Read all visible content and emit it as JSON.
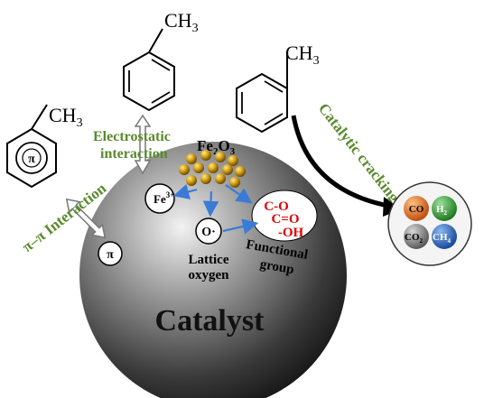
{
  "molecules": {
    "top_center_ch3": "CH",
    "top_center_sub": "3",
    "left_ch3": "CH",
    "left_sub": "3",
    "right_ch3": "CH",
    "right_sub": "3",
    "pi_ring_label": "π"
  },
  "labels": {
    "electrostatic_line1": "Electrostatic",
    "electrostatic_line2": "interaction",
    "pi_pi_interaction": "π–π Interaction",
    "catalytic_cracking": "Catalytic cracking",
    "fe2o3_main": "Fe",
    "fe2o3_sub1": "2",
    "fe2o3_o": "O",
    "fe2o3_sub2": "3",
    "fe3_main": "Fe",
    "fe3_sup": "3+",
    "o_radical": "O·",
    "pi_site": "π",
    "lattice_line1": "Lattice",
    "lattice_line2": "oxygen",
    "functional_line1": "Functional",
    "functional_line2": "group",
    "catalyst": "Catalyst"
  },
  "functional_groups": [
    "C-O",
    "C=O",
    "-OH"
  ],
  "products": {
    "co": "CO",
    "h2_main": "H",
    "h2_sub": "2",
    "co2_main": "CO",
    "co2_sub": "2",
    "ch4_main": "CH",
    "ch4_sub": "4"
  },
  "colors": {
    "green_text": "#5a8a2e",
    "red_text": "#e00000",
    "arrow_blue": "#3a7bd5",
    "co_orange": "#e07020",
    "h2_green": "#3a9a3a",
    "co2_gray": "#8a8a8a",
    "ch4_blue": "#2a6ac0",
    "particle_gold": "#b8860b"
  }
}
